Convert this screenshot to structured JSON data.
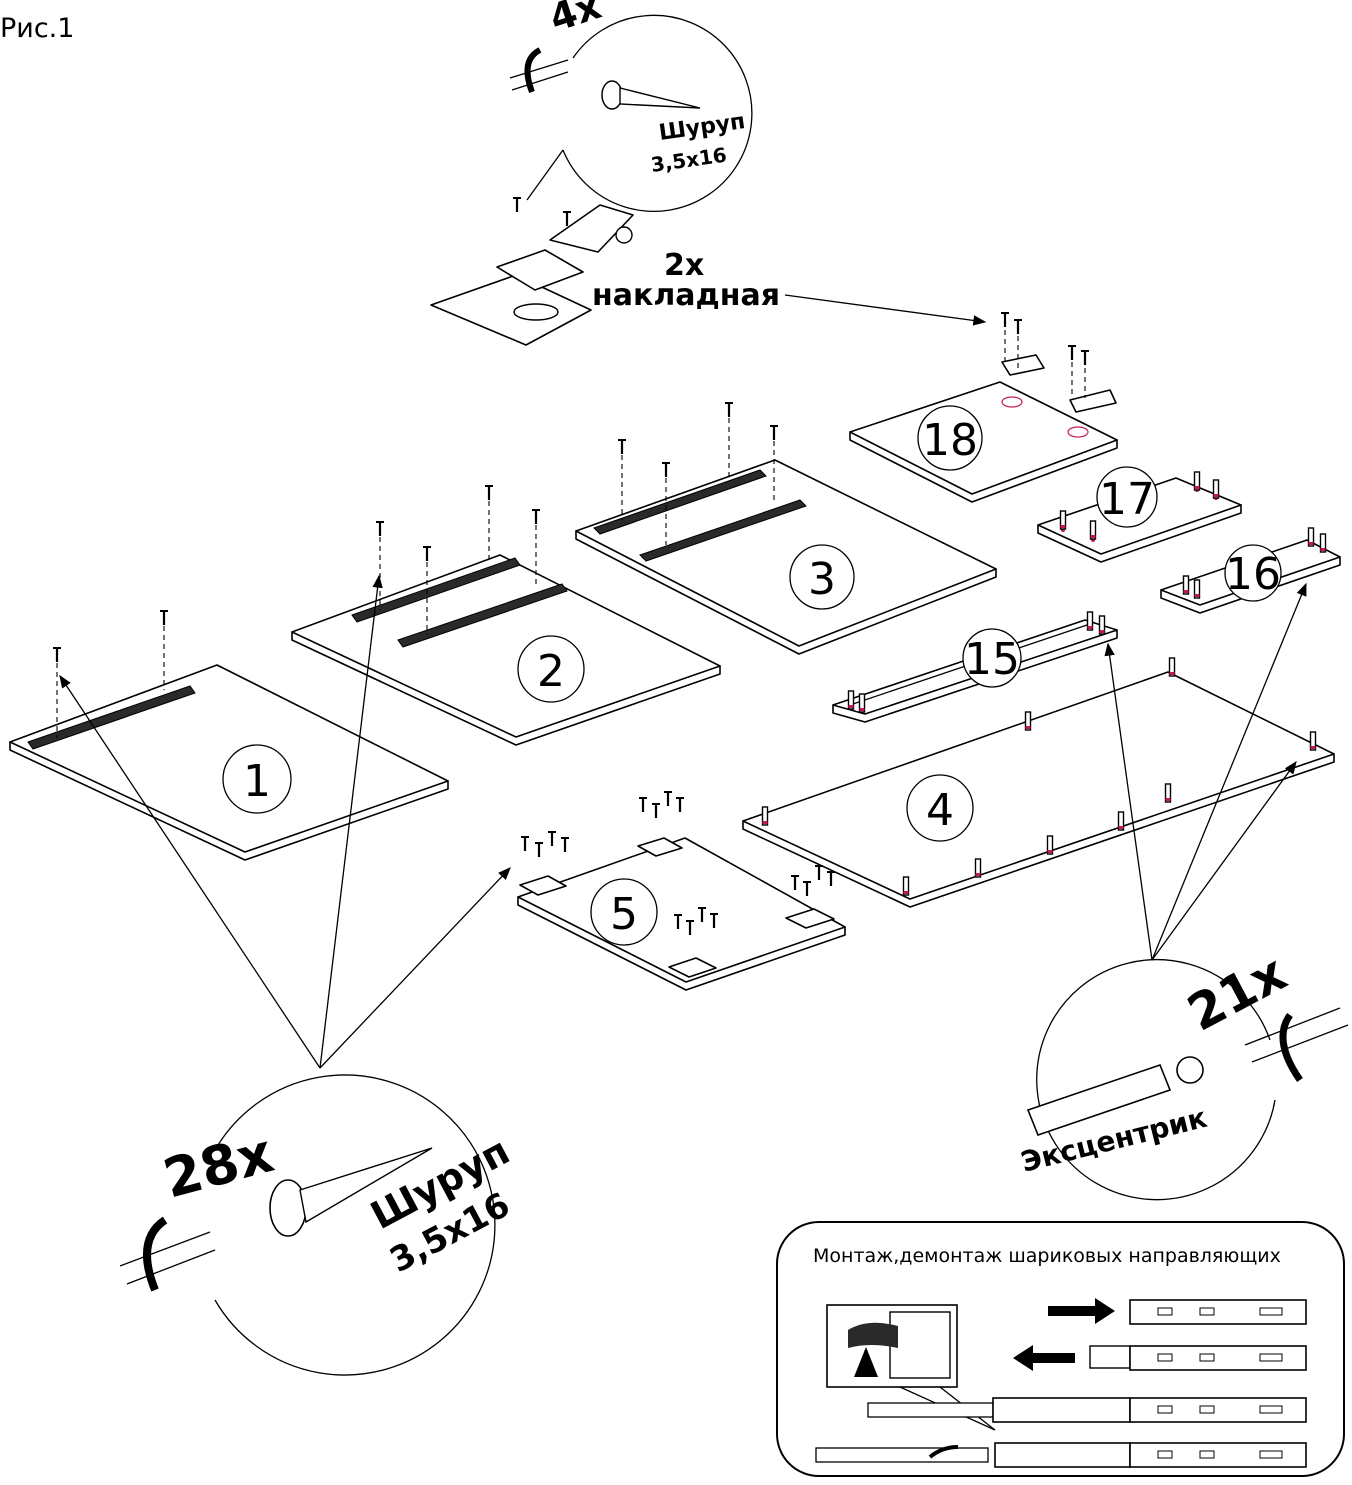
{
  "figure_label": "Рис.1",
  "callouts": {
    "hinge_screw": {
      "count": "4x",
      "name": "Шуруп",
      "size": "3,5x16"
    },
    "hinge": {
      "count": "2x",
      "name": "накладная"
    },
    "panel_screw": {
      "count": "28x",
      "name": "Шуруп",
      "size": "3,5x16"
    },
    "eccentric": {
      "count": "21x",
      "name": "Эксцентрик"
    }
  },
  "parts": [
    "1",
    "2",
    "3",
    "4",
    "5",
    "15",
    "16",
    "17",
    "18"
  ],
  "rail_box": {
    "title": "Монтаж,демонтаж шариковых направляющих"
  }
}
